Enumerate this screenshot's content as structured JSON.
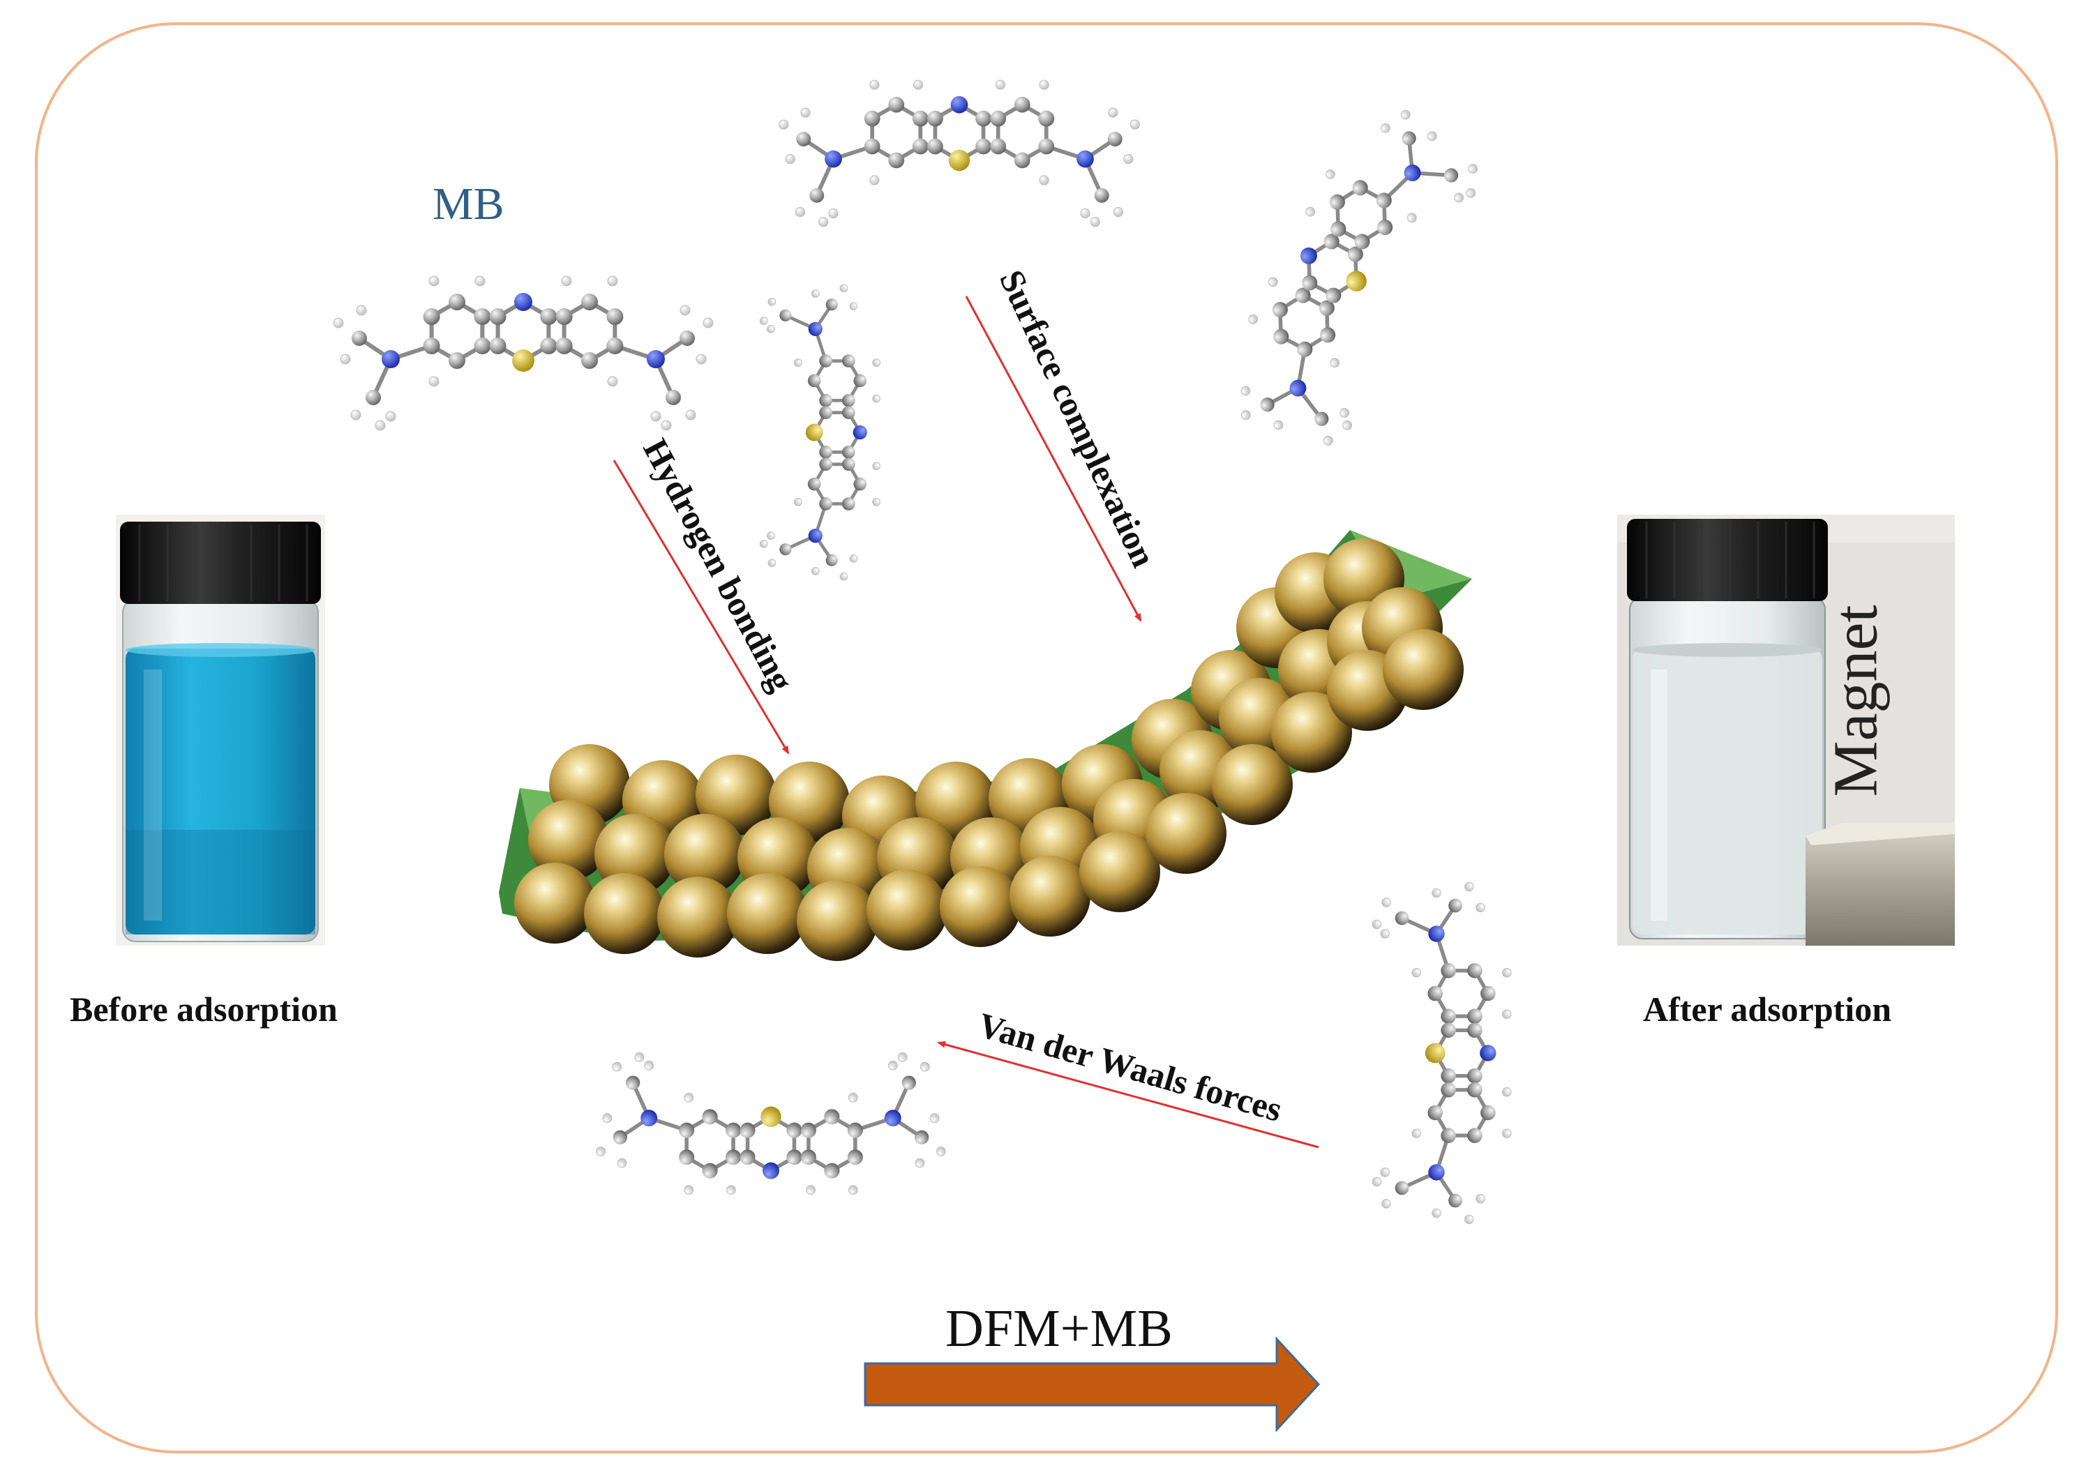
{
  "labels": {
    "mb": "MB",
    "before_adsorption": "Before adsorption",
    "after_adsorption": "After adsorption",
    "hydrogen_bonding": "Hydrogen bonding",
    "surface_complexation": "Surface complexation",
    "van_der_waals": "Van der Waals forces",
    "magnet": "Magnet",
    "process": "DFM+MB"
  },
  "colors": {
    "frame_border": "#f2b48a",
    "blue_solution": "#1aa3cc",
    "particle_gold": "#c9a84a",
    "sheet_green": "#3d8a3a",
    "process_arrow": "#c55a11",
    "mechanism_arrow": "#e03030",
    "nitrogen": "#2b3fd6",
    "sulfur": "#d6b21e",
    "carbon": "#9c9c9c",
    "hydrogen": "#e8e8e8",
    "mb_label": "#2f5f86"
  }
}
